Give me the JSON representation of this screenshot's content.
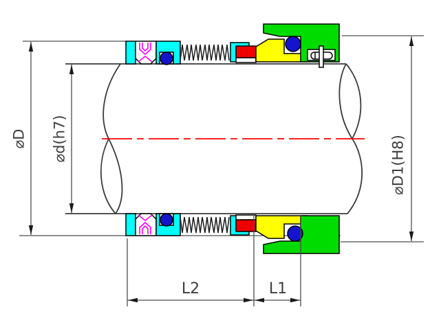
{
  "labels": {
    "outer_diameter": "⌀D",
    "shaft_diameter": "⌀d(h7)",
    "bore_diameter": "⌀D1(H8)",
    "length_l2": "L2",
    "length_l1": "L1"
  },
  "colors": {
    "part_cyan": "#00ffff",
    "gland_green": "#00dc00",
    "seat_yellow": "#ffff00",
    "face_red": "#ee0000",
    "oring_blue": "#1414cc",
    "bellows_magenta": "#ff00ff",
    "centerline_red": "#ff0000",
    "outline_black": "#000000",
    "dimension_gray": "#4d4d4d"
  }
}
